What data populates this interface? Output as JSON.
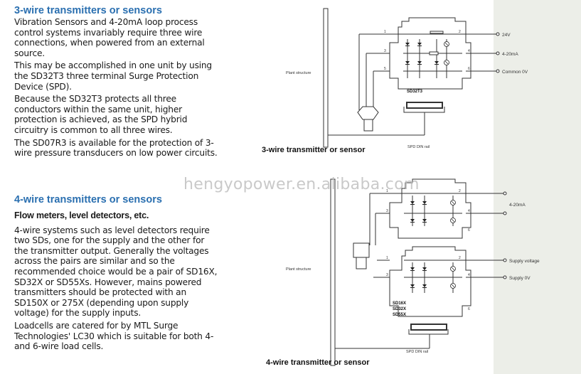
{
  "section1": {
    "heading": "3-wire transmitters or sensors",
    "paragraphs": [
      "Vibration Sensors and 4-20mA loop process control systems invariably require three wire connections, when powered from an external source.",
      "This may be accomplished in one unit by using the SD32T3 three terminal Surge Protection Device (SPD).",
      "Because the SD32T3 protects all three conductors within the same unit, higher protection is achieved, as the SPD hybrid circuitry is common to all three wires.",
      "The SD07R3 is available for the protection of 3-wire pressure transducers on low power circuits."
    ]
  },
  "section2": {
    "heading": "4-wire transmitters or sensors",
    "subheading": "Flow meters, level detectors, etc.",
    "paragraphs": [
      "4-wire systems such as level detectors require two SDs, one for the supply and the other for the transmitter output. Generally the voltages across the pairs are similar and so the recommended choice would be a pair of SD16X, SD32X or SD55Xs. However, mains powered transmitters should be protected with an SD150X or 275X (depending upon supply voltage) for the supply inputs.",
      "Loadcells are catered for by MTL Surge Technologies' LC30 which is suitable for both 4- and 6-wire load cells."
    ]
  },
  "diagram1": {
    "caption": "3-wire transmitter or sensor",
    "plant_label": "Plant structure",
    "device_label": "SD32T3",
    "rail_label": "SPD DIN rail",
    "outputs": [
      "24V",
      "4-20mA",
      "Common 0V"
    ],
    "terminals": [
      "1",
      "3",
      "5",
      "2",
      "4",
      "6"
    ]
  },
  "diagram2": {
    "caption": "4-wire transmitter or sensor",
    "plant_label": "Plant structure",
    "device_labels": [
      "SD16X",
      "SD32X",
      "SD55X"
    ],
    "rail_label": "SPD DIN rail",
    "outputs": [
      "4-20mA",
      "Supply voltage",
      "Supply 0V"
    ],
    "terminals": [
      "1",
      "3",
      "2",
      "4",
      "6",
      "1",
      "3",
      "2",
      "4",
      "6"
    ]
  },
  "watermark": "hengyopower.en.alibaba.com"
}
